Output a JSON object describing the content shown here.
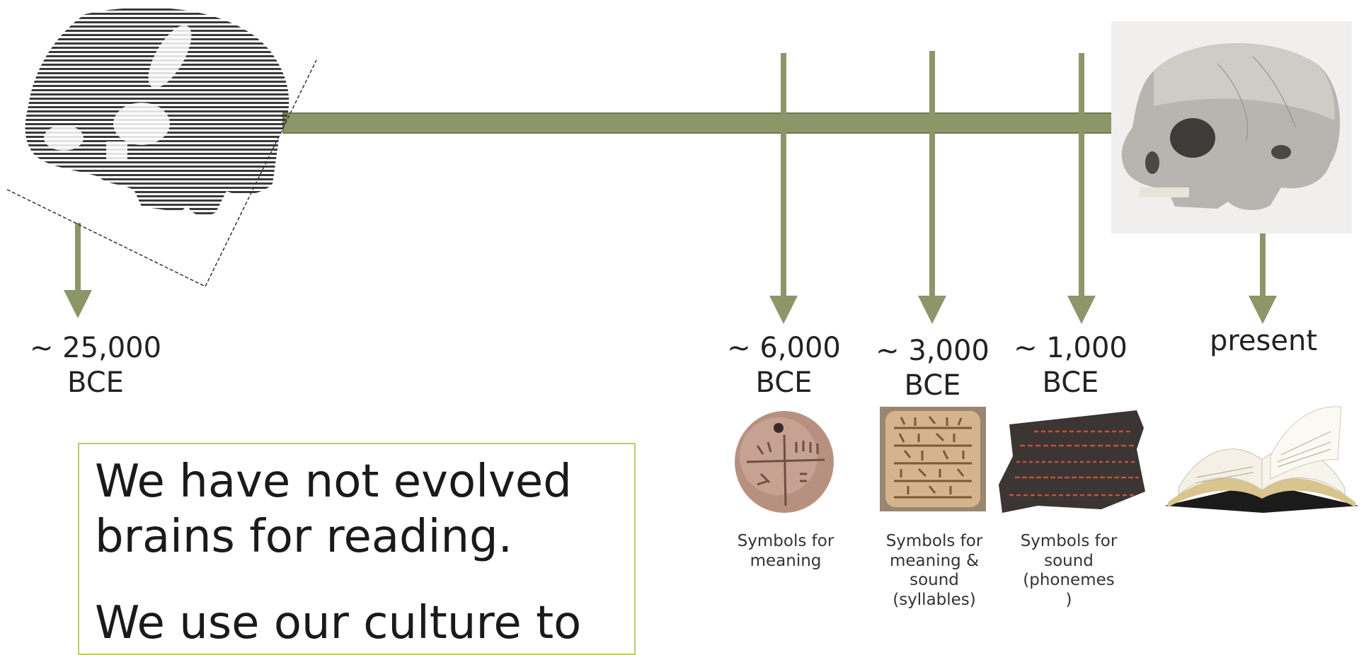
{
  "timeline": {
    "points": [
      {
        "id": "p25000",
        "line1": "~ 25,000",
        "line2": "BCE"
      },
      {
        "id": "p6000",
        "line1": "~ 6,000",
        "line2": "BCE",
        "caption": "Symbols for\nmeaning"
      },
      {
        "id": "p3000",
        "line1": "~ 3,000",
        "line2": "BCE",
        "caption": "Symbols for\nmeaning &\nsound\n(syllables)"
      },
      {
        "id": "p1000",
        "line1": "~ 1,000",
        "line2": "BCE",
        "caption": "Symbols for\nsound\n(phonemes\n)"
      },
      {
        "id": "present",
        "line1": "present"
      }
    ]
  },
  "callout": {
    "line1": "We have not evolved\nbrains for reading.",
    "line2": "We use our culture to"
  },
  "colors": {
    "arrow": "#8c9669",
    "arrow_dark": "#6e7751",
    "callout_border": "#b8cc6a"
  },
  "icons": [
    "ancient-skull-image",
    "modern-skull-image",
    "clay-disc-image",
    "clay-tablet-image",
    "inscribed-fragment-image",
    "open-book-image"
  ]
}
